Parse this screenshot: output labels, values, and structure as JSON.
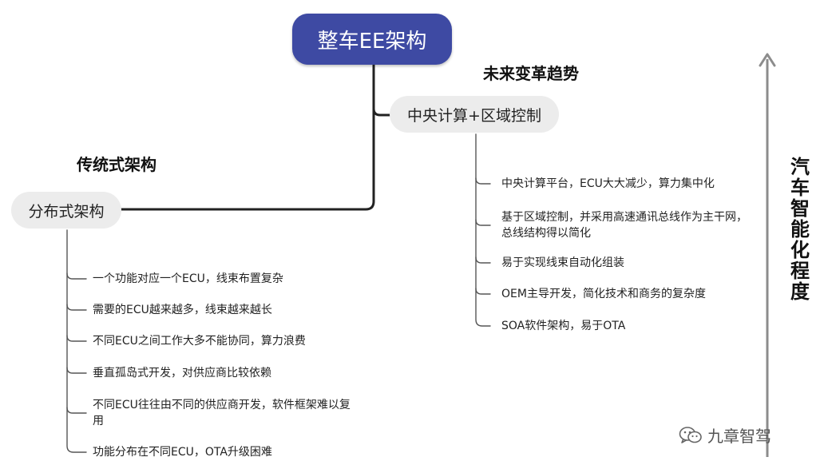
{
  "root": {
    "label": "整车EE架构"
  },
  "future": {
    "heading": "未来变革趋势",
    "node_label": "中央计算+区域控制",
    "items": [
      "中央计算平台，ECU大大减少，算力集中化",
      "基于区域控制，并采用高速通讯总线作为主干网，总线结构得以简化",
      "易于实现线束自动化组装",
      "OEM主导开发，简化技术和商务的复杂度",
      "SOA软件架构，易于OTA"
    ]
  },
  "traditional": {
    "heading": "传统式架构",
    "node_label": "分布式架构",
    "items": [
      "一个功能对应一个ECU，线束布置复杂",
      "需要的ECU越来越多，线束越来越长",
      "不同ECU之间工作大多不能协同，算力浪费",
      "垂直孤岛式开发，对供应商比较依赖",
      "不同ECU往往由不同的供应商开发，软件框架难以复用",
      "功能分布在不同ECU，OTA升级困难"
    ]
  },
  "axis": {
    "label": "汽车智能化程度"
  },
  "watermark": {
    "text": "九章智驾",
    "icon": "wechat-icon"
  },
  "colors": {
    "root_fill": "#3e4aa3",
    "node_fill": "#ececec",
    "line": "#222222",
    "arrow": "#8c8c8c"
  }
}
